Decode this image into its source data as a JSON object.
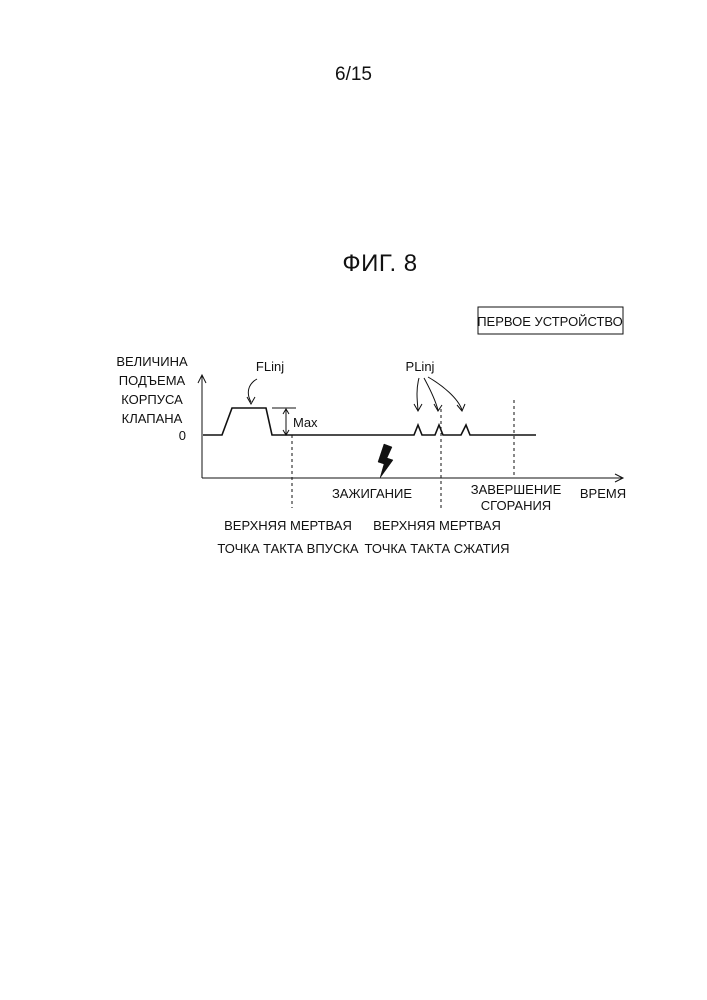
{
  "page": {
    "number": "6/15",
    "figure_title": "ФИГ. 8"
  },
  "diagram": {
    "device_label": "ПЕРВОЕ УСТРОЙСТВО",
    "y_axis_label_lines": [
      "ВЕЛИЧИНА",
      "ПОДЪЕМА",
      "КОРПУСА",
      "КЛАПАНА"
    ],
    "zero_label": "0",
    "x_axis_label": "ВРЕМЯ",
    "max_label": "Max",
    "flinj_label": "FLinj",
    "plinj_label": "PLinj",
    "ignition_label": "ЗАЖИГАНИЕ",
    "combustion_end_label_lines": [
      "ЗАВЕРШЕНИЕ",
      "СГОРАНИЯ"
    ],
    "intake_tdc_label_lines": [
      "ВЕРХНЯЯ МЕРТВАЯ",
      "ТОЧКА ТАКТА ВПУСКА"
    ],
    "compression_tdc_label_lines": [
      "ВЕРХНЯЯ МЕРТВАЯ",
      "ТОЧКА ТАКТА СЖАТИЯ"
    ]
  }
}
